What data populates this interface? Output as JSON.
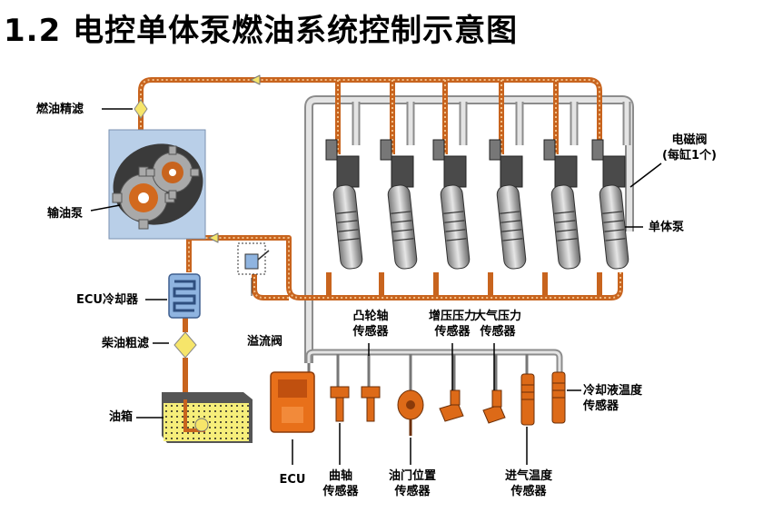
{
  "title": "1.2 电控单体泵燃油系统控制示意图",
  "labels": {
    "fuel_filter_top": "燃油精滤",
    "feed_pump": "输油泵",
    "ecu_cooler": "ECU冷却器",
    "primary_filter": "柴油粗滤",
    "fuel_tank": "油箱",
    "overflow_valve": "溢流阀",
    "solenoid_valve_1": "电磁阀",
    "solenoid_valve_2": "(每缸1个)",
    "unit_pump": "单体泵",
    "camshaft_sensor_1": "凸轮轴",
    "camshaft_sensor_2": "传感器",
    "boost_sensor_1": "增压压力",
    "boost_sensor_2": "传感器",
    "atm_sensor_1": "大气压力",
    "atm_sensor_2": "传感器",
    "coolant_sensor_1": "冷却液温度",
    "coolant_sensor_2": "传感器",
    "ecu": "ECU",
    "crankshaft_sensor_1": "曲轴",
    "crankshaft_sensor_2": "传感器",
    "throttle_sensor_1": "油门位置",
    "throttle_sensor_2": "传感器",
    "intake_temp_sensor_1": "进气温度",
    "intake_temp_sensor_2": "传感器"
  },
  "colors": {
    "fuel_line": "#c8641e",
    "fuel_line_dots": "#f2c08a",
    "pump_body": "#3a3a3a",
    "pump_box": "#b9cfe8",
    "gear": "#a9a9a9",
    "gear_core": "#d2691e",
    "frame": "#d8d8d8",
    "frame_edge": "#8c8c8c",
    "ecu": "#e8701a",
    "sensor": "#dd6a18",
    "tank": "#f6ee7a",
    "cooler": "#8fb4e0",
    "filter": "#f6e56a"
  }
}
